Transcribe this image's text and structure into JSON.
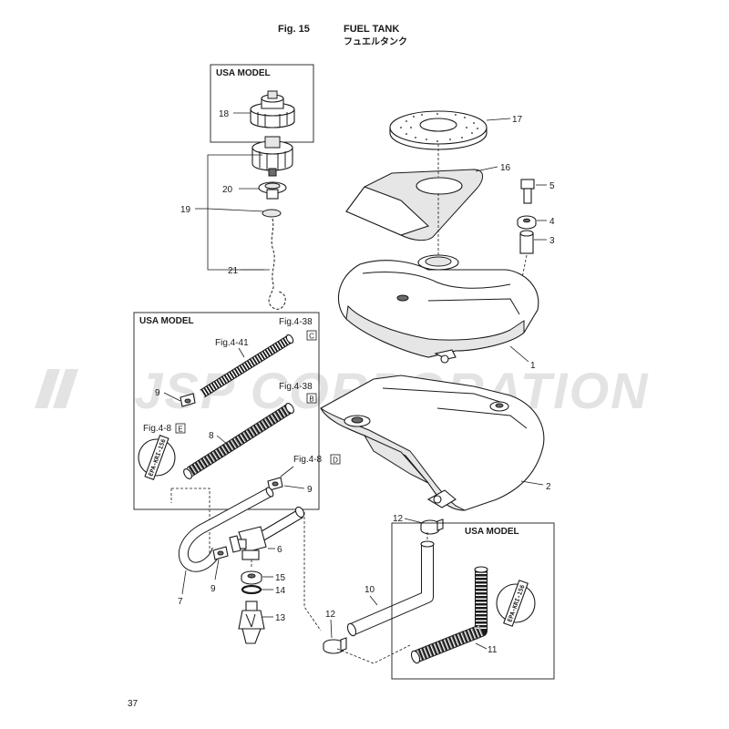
{
  "header": {
    "fig_label": "Fig. 15",
    "title": "FUEL TANK",
    "title_jp": "フュエルタンク"
  },
  "watermark": "JSP CORPORATION",
  "page_number": "37",
  "model_box_label": "USA MODEL",
  "refs": {
    "fig_4_38": "Fig.4-38",
    "fig_4_41": "Fig.4-41",
    "fig_4_8": "Fig.4-8",
    "letter_c": "C",
    "letter_b": "B",
    "letter_e": "E",
    "letter_d": "D"
  },
  "stamp_text": "EPA-KRI-156",
  "callouts": {
    "p1": "1",
    "p2": "2",
    "p3": "3",
    "p4": "4",
    "p5": "5",
    "p6": "6",
    "p7": "7",
    "p8": "8",
    "p9": "9",
    "p10": "10",
    "p11": "11",
    "p12": "12",
    "p13": "13",
    "p14": "14",
    "p15": "15",
    "p16": "16",
    "p17": "17",
    "p18": "18",
    "p19": "19",
    "p20": "20",
    "p21": "21"
  }
}
